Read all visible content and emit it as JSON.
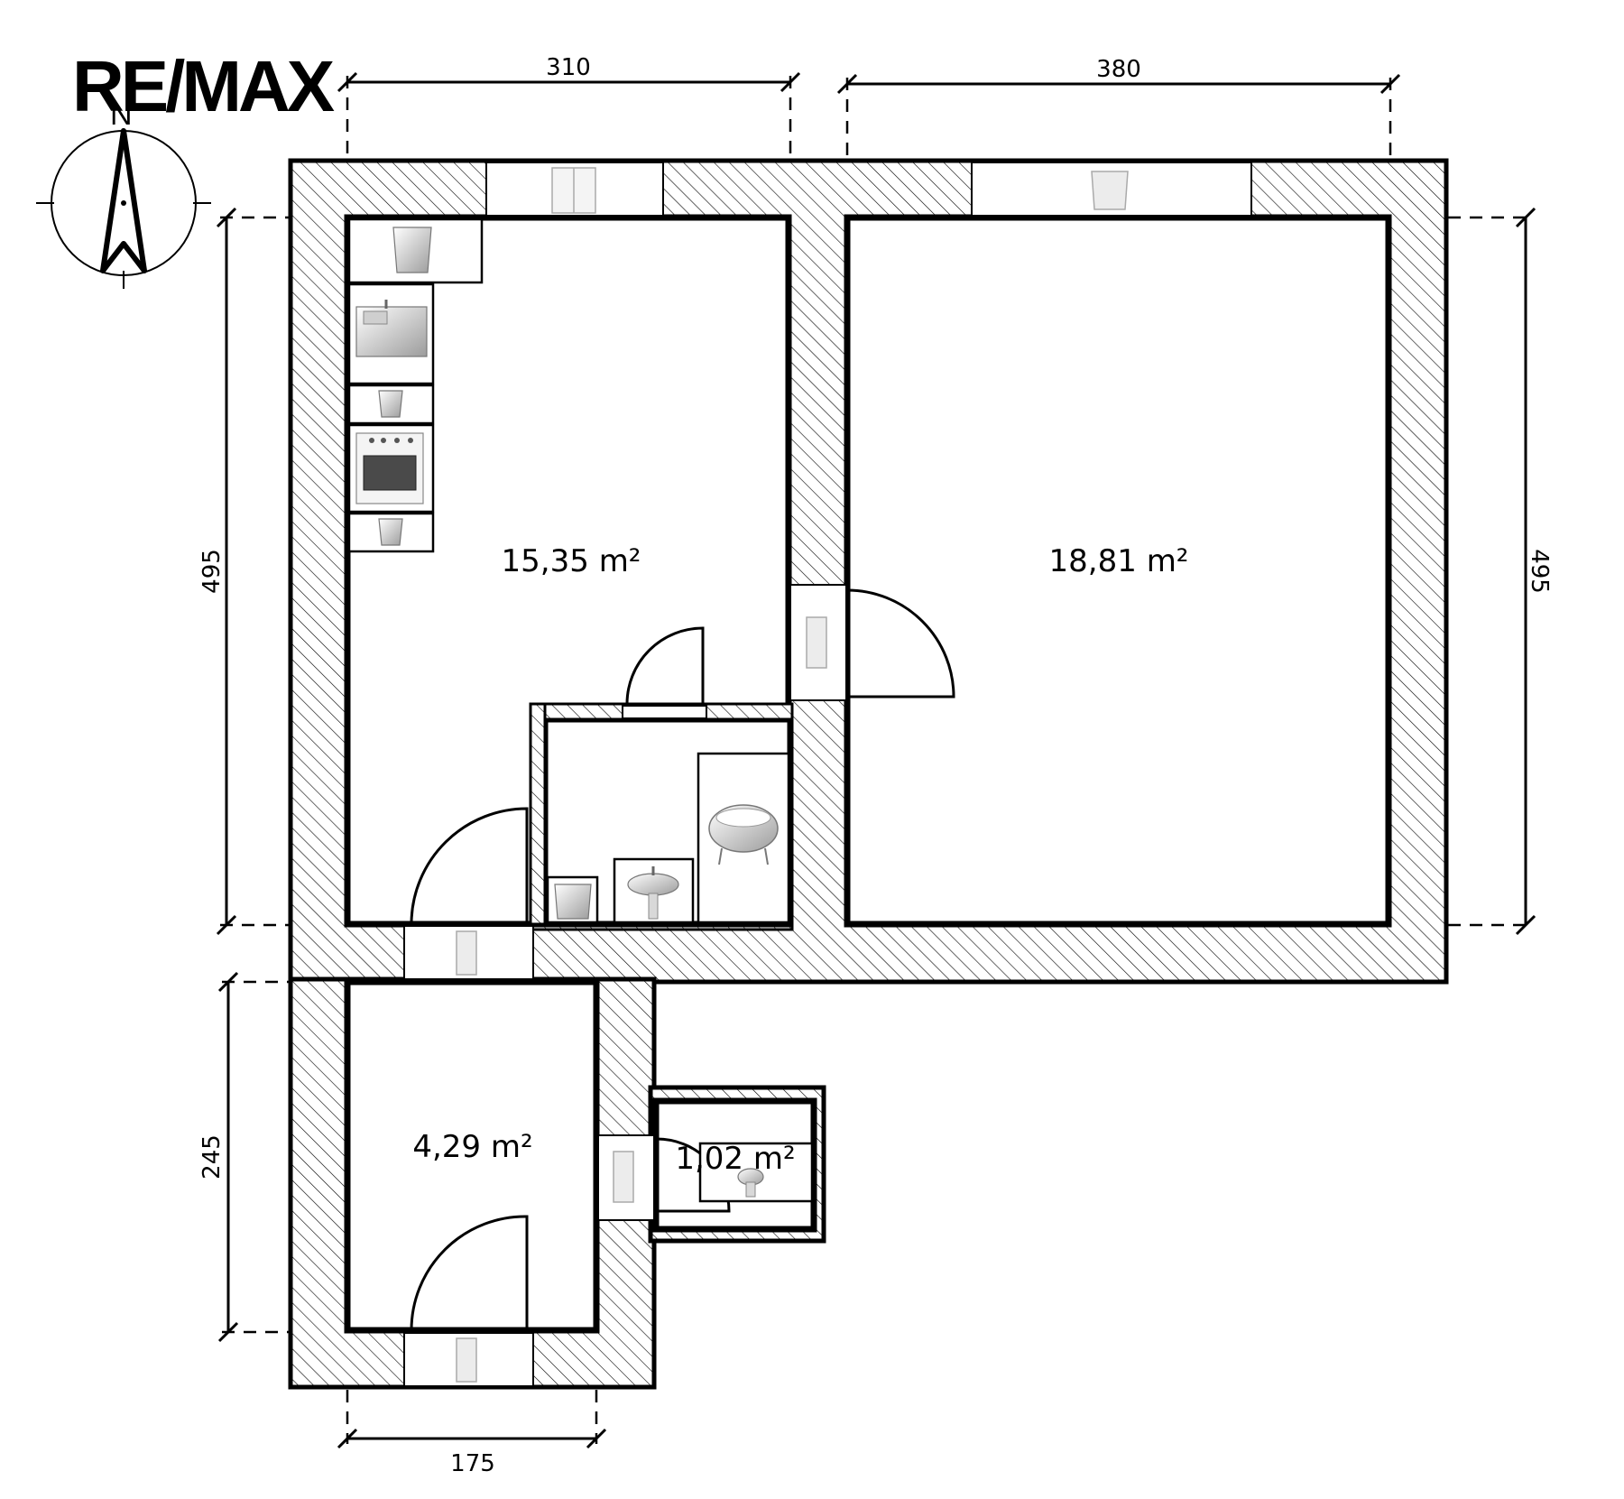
{
  "brand": {
    "logo": "RE/MAX"
  },
  "compass": {
    "north_label": "N"
  },
  "dimensions": {
    "top_left": "310",
    "top_right": "380",
    "left_upper": "495",
    "right": "495",
    "left_lower": "245",
    "bottom": "175"
  },
  "rooms": {
    "kitchen": {
      "area": "15,35 m²"
    },
    "living": {
      "area": "18,81 m²"
    },
    "hall": {
      "area": "4,29 m²"
    },
    "wc": {
      "area": "1,02 m²"
    }
  },
  "fixtures": [
    "kitchen-cabinet-icon",
    "kitchen-sink-icon",
    "kitchen-cabinet-small-icon",
    "stove-icon",
    "kitchen-cabinet-small-icon",
    "bathtub-icon",
    "washbasin-icon",
    "washing-machine-icon",
    "toilet-icon",
    "window-icon",
    "door-icon"
  ]
}
